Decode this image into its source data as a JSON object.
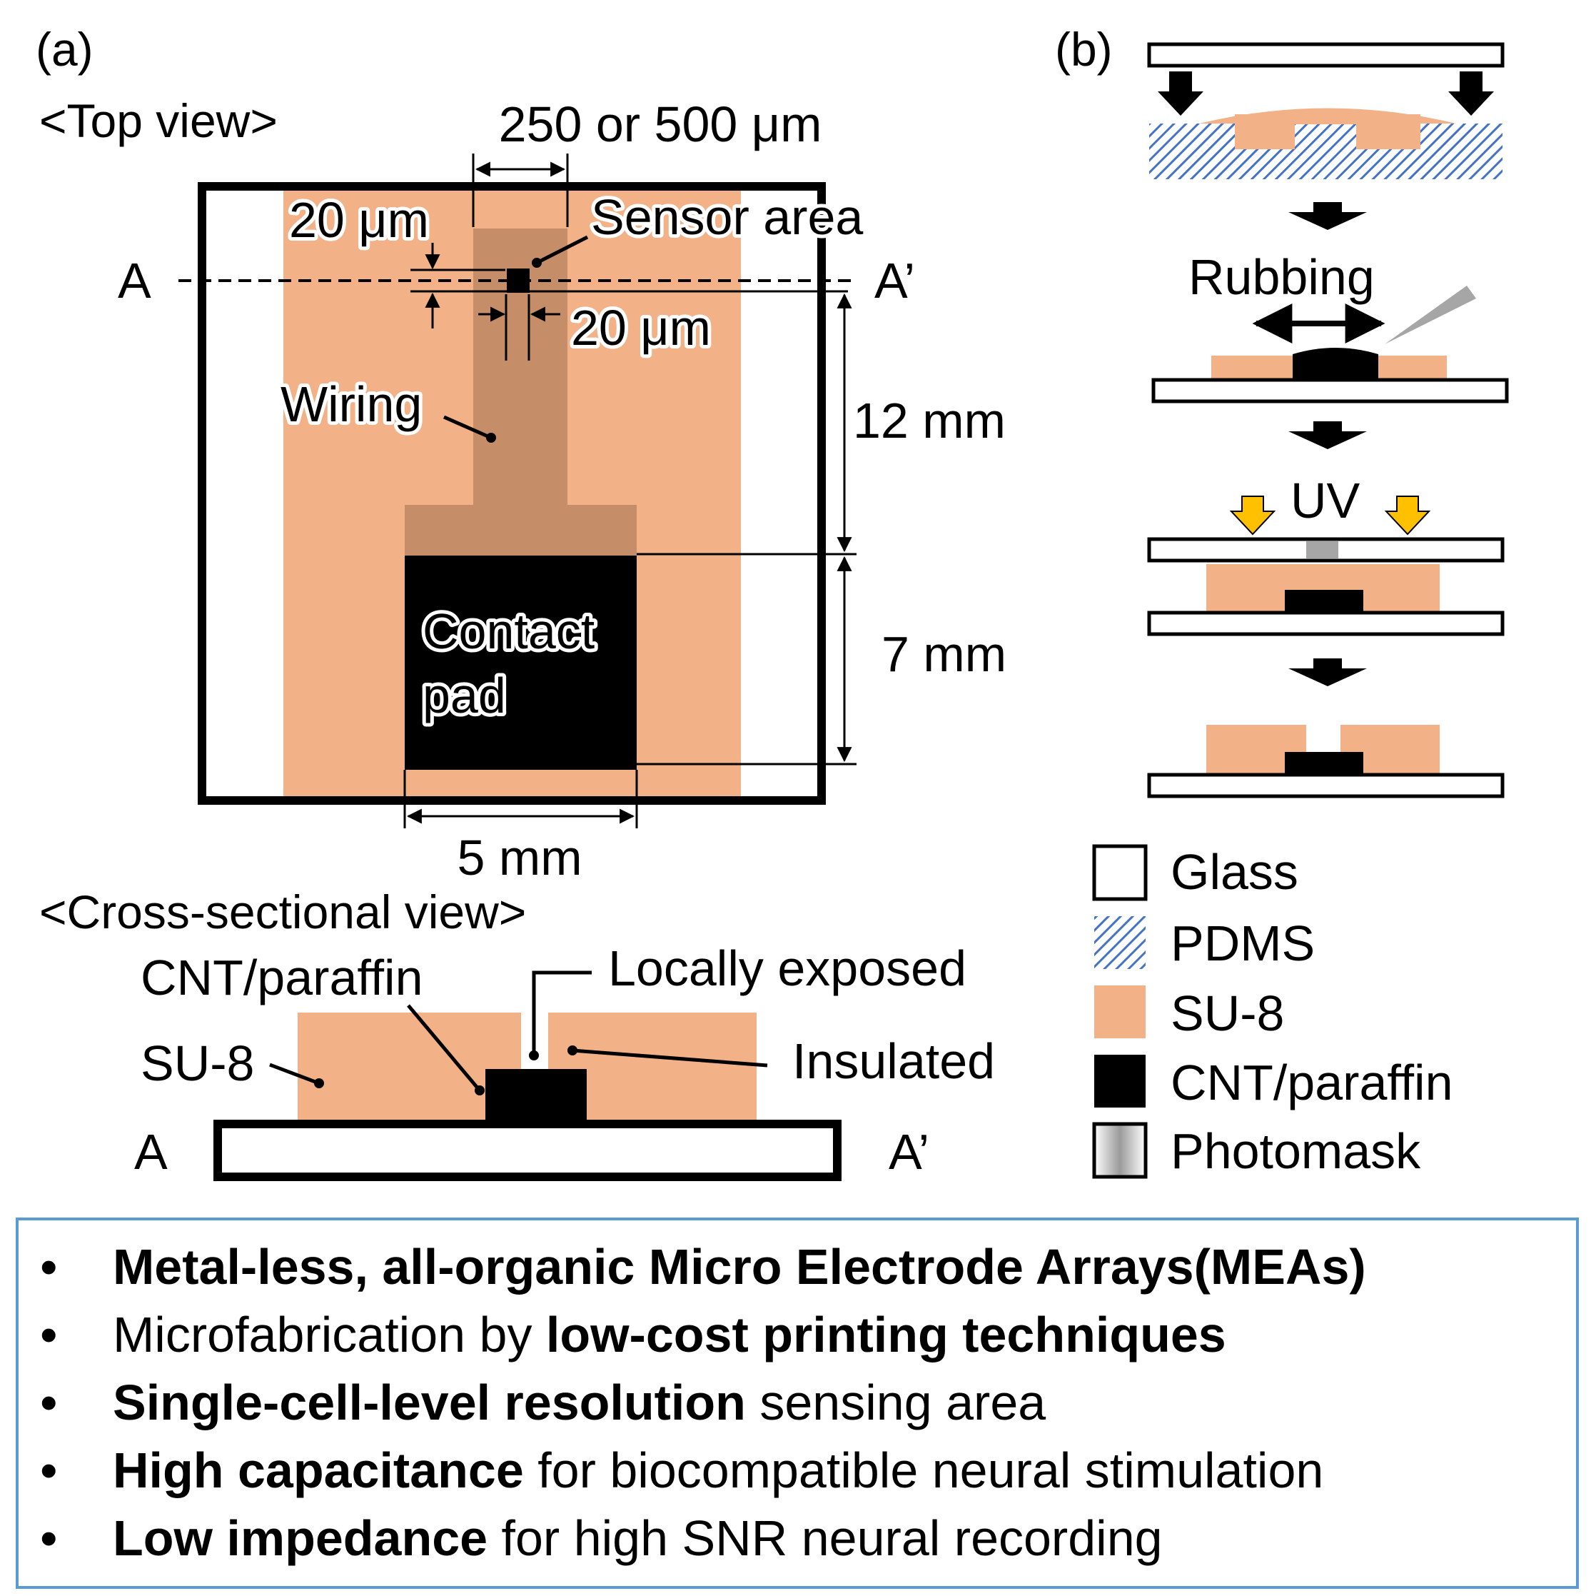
{
  "panel_a": {
    "label": "(a)",
    "top_view": {
      "heading": "<Top view>",
      "width_dim": "250 or 500 μm",
      "sensor_width": "20 μm",
      "sensor_height": "20 μm",
      "sensor_label": "Sensor area",
      "section_start": "A",
      "section_end": "A’",
      "wiring_label": "Wiring",
      "length_dim": "12 mm",
      "pad_label_line1": "Contact",
      "pad_label_line2": "pad",
      "pad_height_dim": "7 mm",
      "pad_width_dim": "5 mm"
    },
    "cross_section": {
      "heading": "<Cross-sectional view>",
      "cnt_label": "CNT/paraffin",
      "exposed_label": "Locally exposed",
      "su8_label": "SU-8",
      "insulated_label": "Insulated",
      "end_left": "A",
      "end_right": "A’"
    }
  },
  "panel_b": {
    "label": "(b)",
    "step_rubbing": "Rubbing",
    "step_uv": "UV",
    "legend": [
      {
        "key": "glass",
        "label": "Glass"
      },
      {
        "key": "pdms",
        "label": "PDMS"
      },
      {
        "key": "su8",
        "label": "SU-8"
      },
      {
        "key": "cnt",
        "label": "CNT/paraffin"
      },
      {
        "key": "photomask",
        "label": "Photomask"
      }
    ]
  },
  "colors": {
    "su8": "#f2b186",
    "wiring": "#c68e68",
    "cnt": "#000000",
    "pdms_hatch": "#4472c4",
    "uv_arrow": "#ffc000",
    "photomask_gray": "#a6a6a6",
    "summary_border": "#5b9bd5"
  },
  "summary": {
    "bullet_char": "•",
    "items": [
      {
        "bold": "Metal-less, all-organic Micro Electrode Arrays(MEAs)",
        "rest": ""
      },
      {
        "pre": "Microfabrication by ",
        "bold": "low-cost printing techniques"
      },
      {
        "bold": "Single-cell-level resolution",
        "rest": " sensing area"
      },
      {
        "bold": "High capacitance",
        "rest": " for biocompatible neural stimulation"
      },
      {
        "bold": "Low impedance",
        "rest": " for high SNR neural recording"
      }
    ]
  }
}
